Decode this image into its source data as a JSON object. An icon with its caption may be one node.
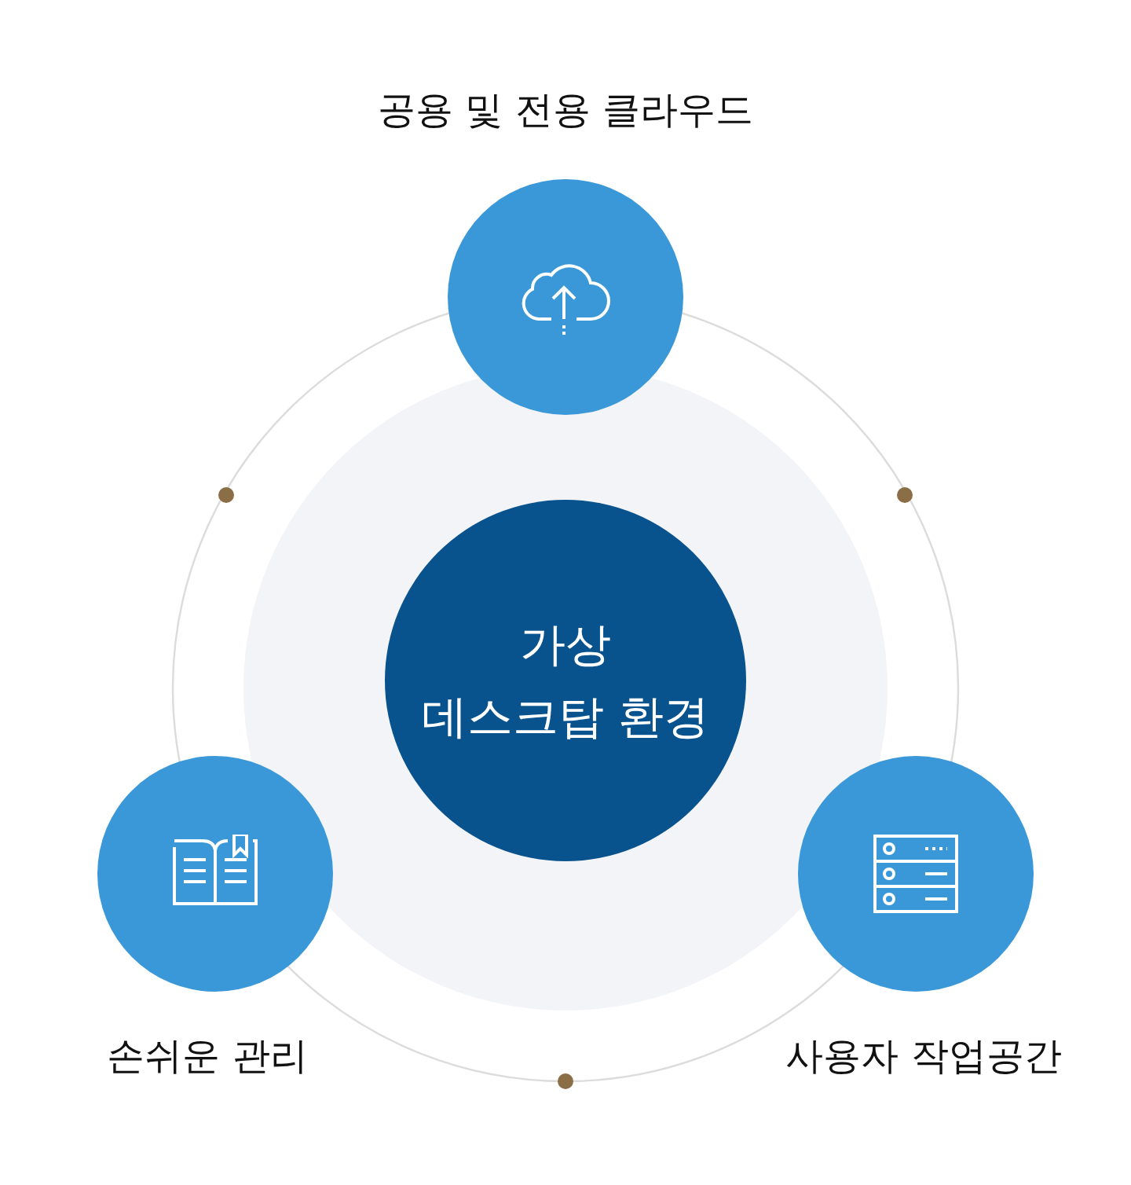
{
  "diagram": {
    "nodes": [
      {
        "text": [
          "공용 및 전용 클라우드"
        ]
      },
      {
        "text": [
          "가상 데스크탑 환경"
        ]
      },
      {
        "text": [
          "손쉬운 관리"
        ]
      },
      {
        "text": [
          "사용자 작업공간"
        ]
      }
    ]
  }
}
